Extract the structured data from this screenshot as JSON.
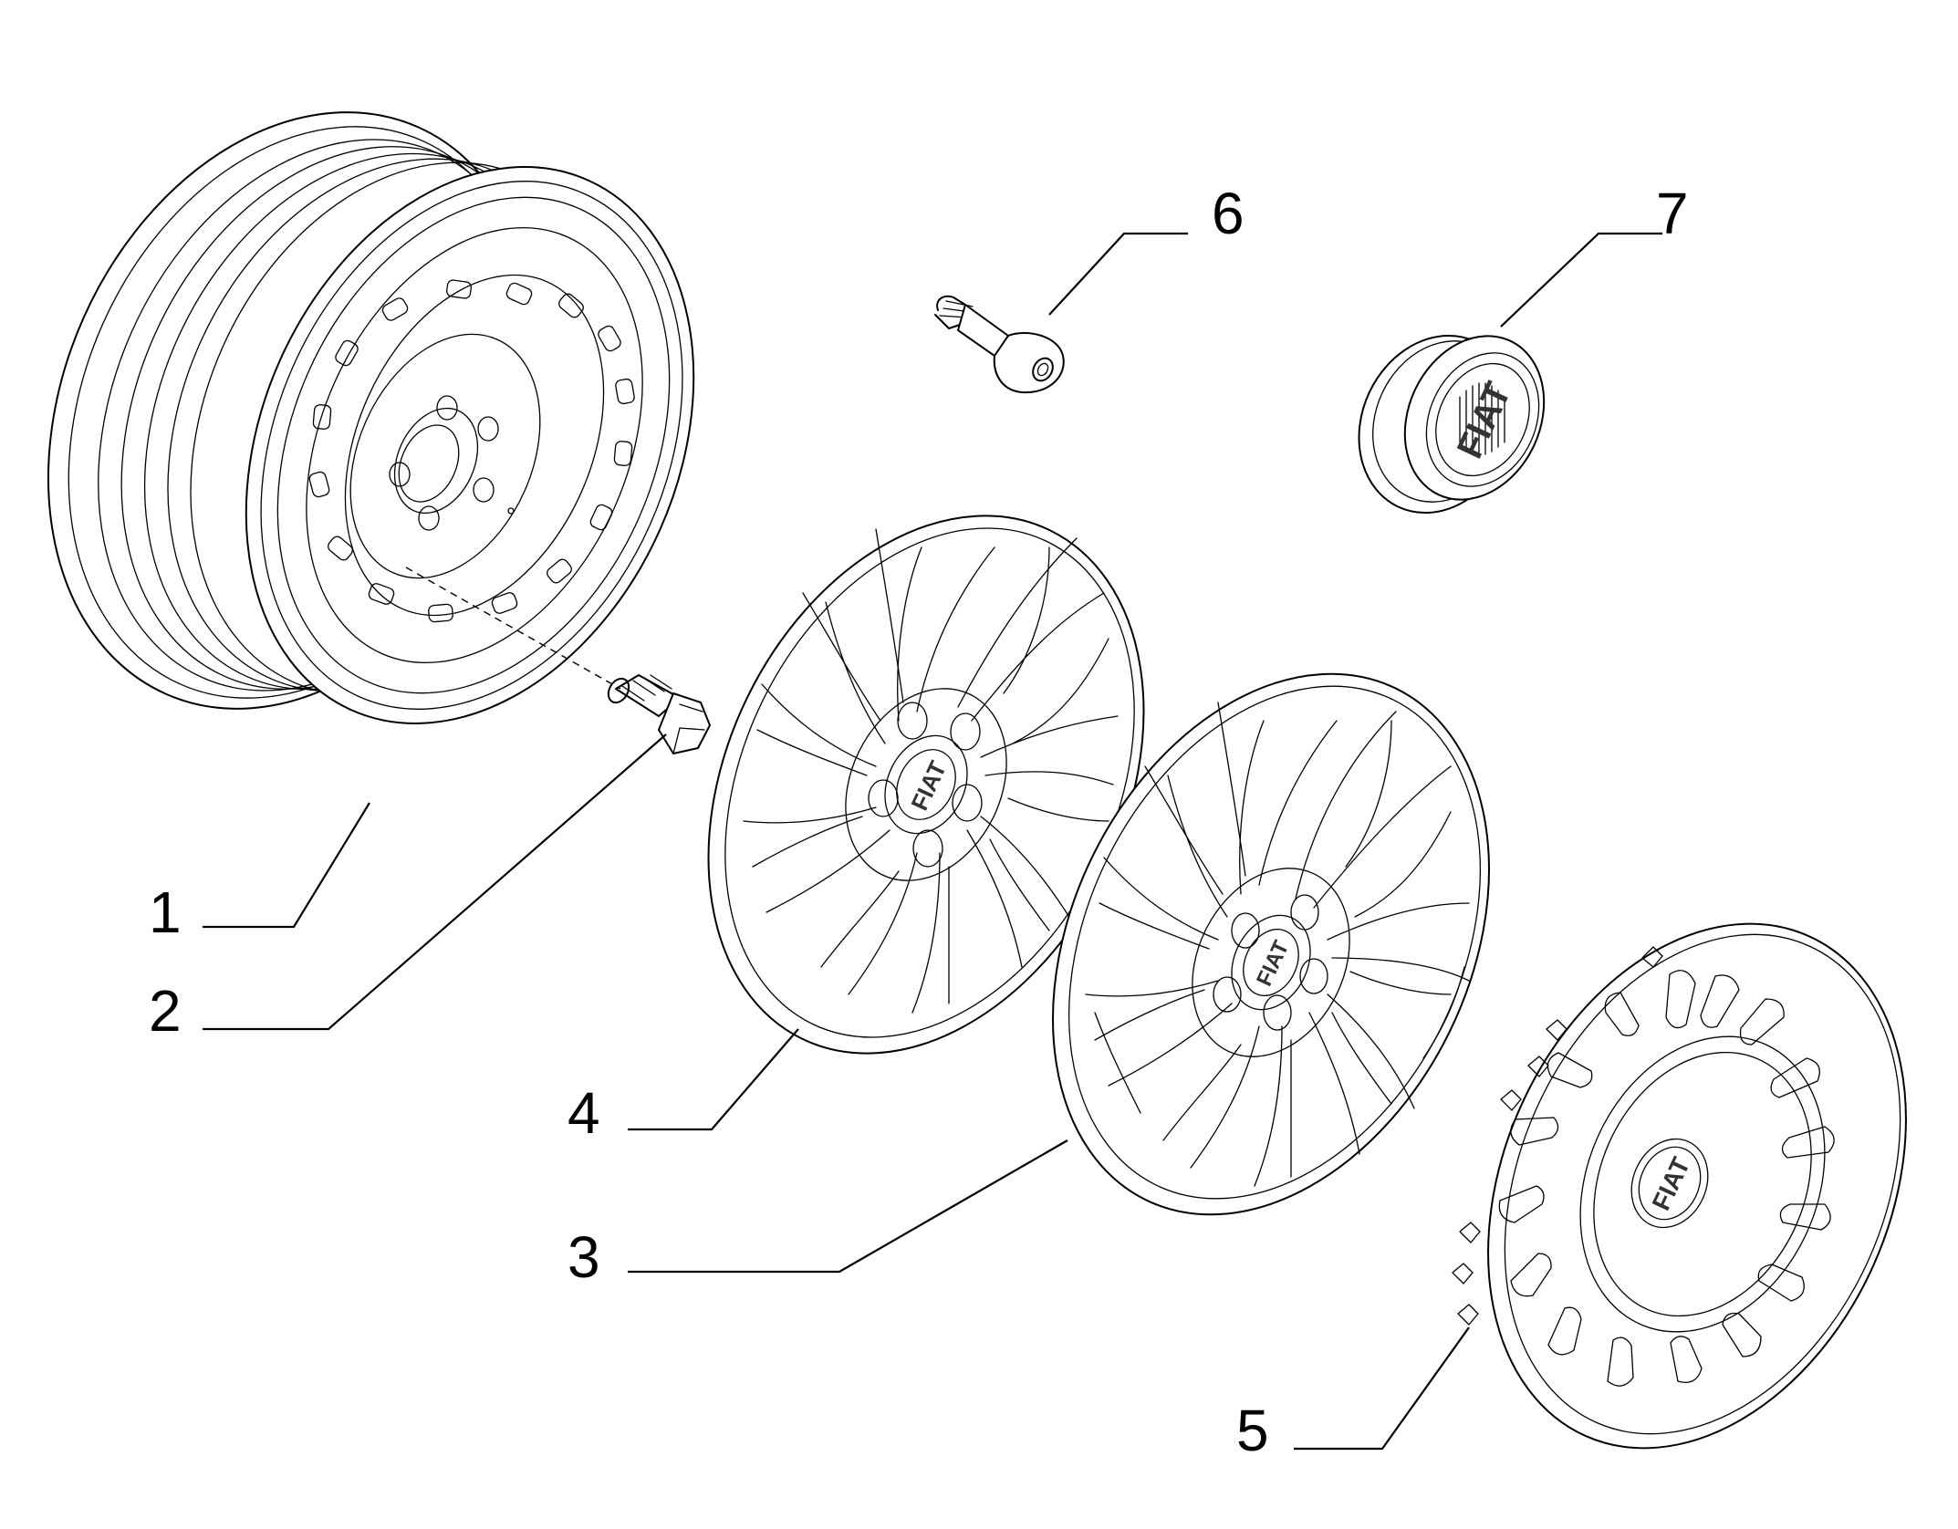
{
  "callouts": {
    "c1": "1",
    "c2": "2",
    "c3": "3",
    "c4": "4",
    "c5": "5",
    "c6": "6",
    "c7": "7"
  },
  "logo": {
    "text": "FIAT"
  },
  "colors": {
    "line": "#000000",
    "background": "#ffffff"
  }
}
